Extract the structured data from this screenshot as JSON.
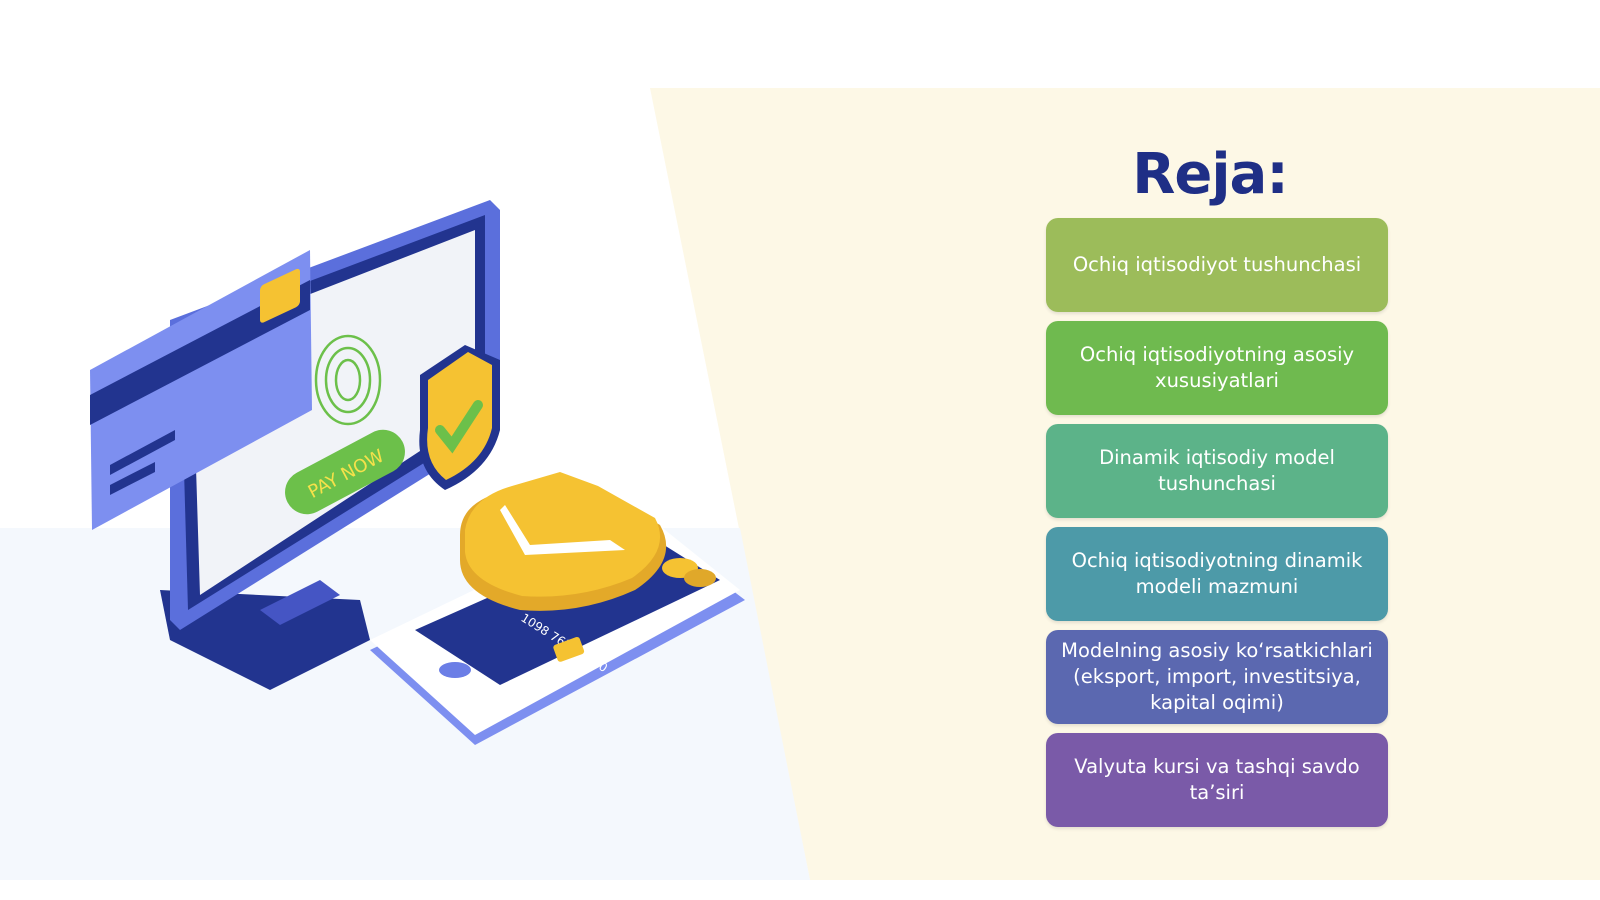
{
  "slide": {
    "title": "Reja:",
    "items": [
      {
        "label": "Ochiq iqtisodiyot tushunchasi",
        "color": "#9cbc5a"
      },
      {
        "label": "Ochiq iqtisodiyotning asosiy xususiyatlari",
        "color": "#6fba4f"
      },
      {
        "label": "Dinamik iqtisodiy model tushunchasi",
        "color": "#5cb389"
      },
      {
        "label": "Ochiq iqtisodiyotning dinamik modeli mazmuni",
        "color": "#4d9aa8"
      },
      {
        "label": "Modelning asosiy ko‘rsatkichlari (eksport, import, investitsiya, kapital oqimi)",
        "color": "#5b68b0"
      },
      {
        "label": "Valyuta kursi va tashqi savdo ta’siri",
        "color": "#7a5aa8"
      }
    ]
  },
  "illustration": {
    "button_text": "PAY NOW",
    "card_number": "1098 7654 3210",
    "colors": {
      "blue": "#6b7ee6",
      "navy": "#22348f",
      "yellow": "#f5c232",
      "green": "#6cc04a",
      "cream": "#fdf7e4"
    }
  }
}
